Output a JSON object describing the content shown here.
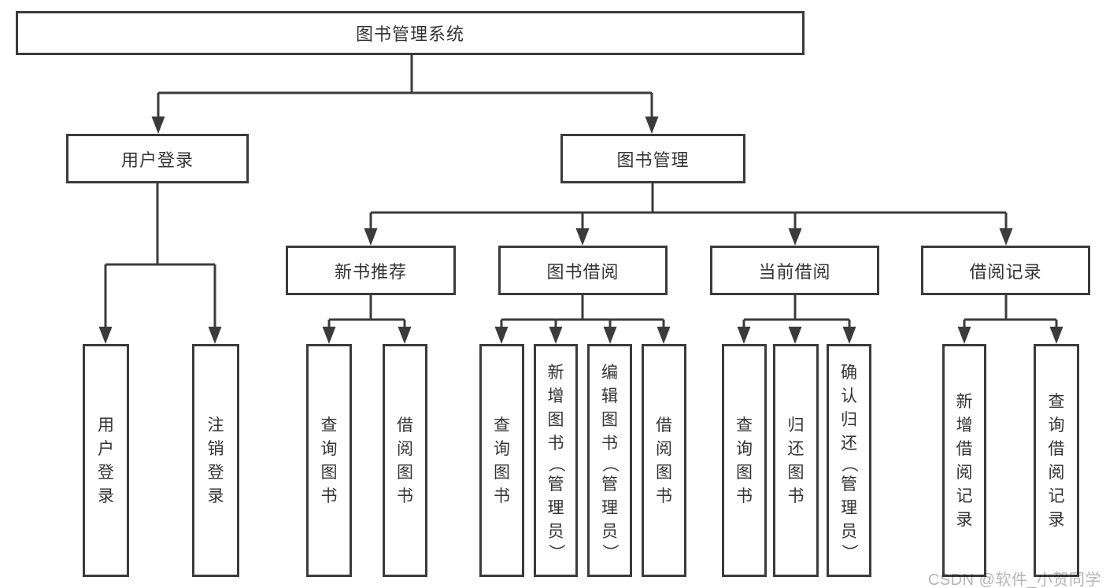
{
  "diagram_type": "hierarchy",
  "colors": {
    "line": "#3b3b3b",
    "box_border": "#3b3b3b",
    "text": "#333333",
    "background": "#ffffff",
    "watermark": "#b5b5b5"
  },
  "tree": {
    "label": "图书管理系统",
    "children": {
      "user_login": {
        "label": "用户登录",
        "children": {
          "login": {
            "label": "用户登录"
          },
          "logout": {
            "label": "注销登录"
          }
        }
      },
      "book_mgmt": {
        "label": "图书管理",
        "children": {
          "new_book_rec": {
            "label": "新书推荐",
            "children": {
              "query_book": {
                "label": "查询图书"
              },
              "borrow_book": {
                "label": "借阅图书"
              }
            }
          },
          "book_borrow": {
            "label": "图书借阅",
            "children": {
              "query_book": {
                "label": "查询图书"
              },
              "add_book": {
                "label": "新增图书（管理员）"
              },
              "edit_book": {
                "label": "编辑图书（管理员）"
              },
              "borrow_book": {
                "label": "借阅图书"
              }
            }
          },
          "current_borrow": {
            "label": "当前借阅",
            "children": {
              "query_book": {
                "label": "查询图书"
              },
              "return_book": {
                "label": "归还图书"
              },
              "confirm_return": {
                "label": "确认归还（管理员）"
              }
            }
          },
          "borrow_records": {
            "label": "借阅记录",
            "children": {
              "add_record": {
                "label": "新增借阅记录"
              },
              "query_record": {
                "label": "查询借阅记录"
              }
            }
          }
        }
      }
    }
  },
  "watermark": {
    "text": "CSDN @软件_小贺同学"
  }
}
